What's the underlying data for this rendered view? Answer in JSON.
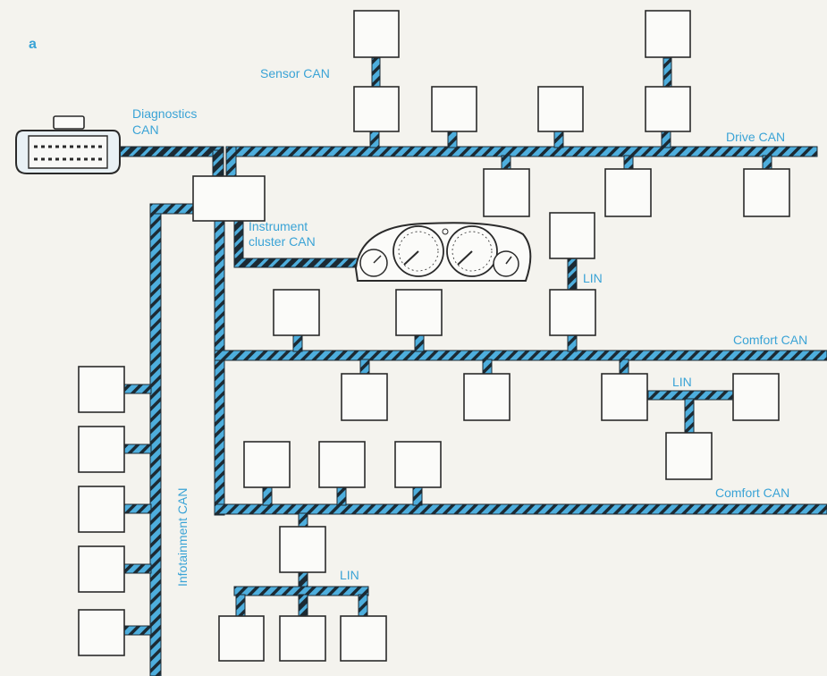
{
  "diagram": {
    "panel_label": "a",
    "labels": {
      "diagnostics_can": [
        "Diagnostics",
        "CAN"
      ],
      "sensor_can": "Sensor CAN",
      "drive_can": "Drive CAN",
      "instrument_cluster_can": [
        "Instrument",
        "cluster CAN"
      ],
      "lin_cluster_branch": "LIN",
      "comfort_can_1": "Comfort CAN",
      "lin_comfort_branch": "LIN",
      "comfort_can_2": "Comfort CAN",
      "lin_bottom_branch": "LIN",
      "infotainment_can": "Infotainment CAN"
    },
    "colors": {
      "bus_blue": "#4eaedd",
      "bus_dark": "#1c2a33",
      "box_outline": "#2a2a2a",
      "label_blue": "#3aa3d6"
    },
    "icons": [
      "diagnostic-connector-icon",
      "instrument-cluster-icon"
    ]
  }
}
